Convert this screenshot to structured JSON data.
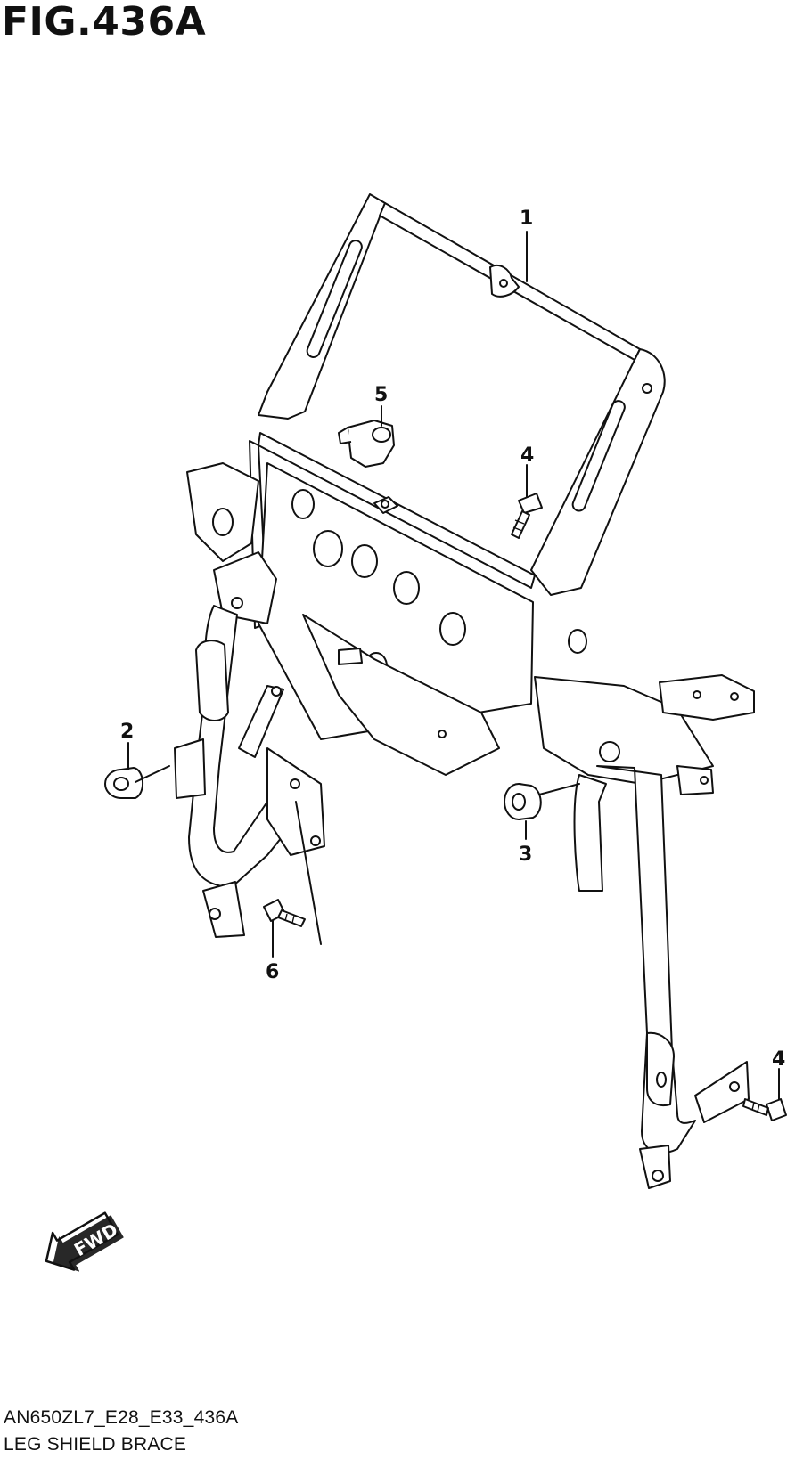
{
  "figure": {
    "title": "FIG.436A",
    "code": "AN650ZL7_E28_E33_436A",
    "name": "LEG SHIELD BRACE"
  },
  "callouts": [
    {
      "id": "c1",
      "label": "1"
    },
    {
      "id": "c2",
      "label": "2"
    },
    {
      "id": "c3",
      "label": "3"
    },
    {
      "id": "c4a",
      "label": "4"
    },
    {
      "id": "c4b",
      "label": "4"
    },
    {
      "id": "c5",
      "label": "5"
    },
    {
      "id": "c6",
      "label": "6"
    }
  ],
  "fwd_marker": {
    "label": "FWD",
    "icon": "fwd-arrow-icon"
  }
}
